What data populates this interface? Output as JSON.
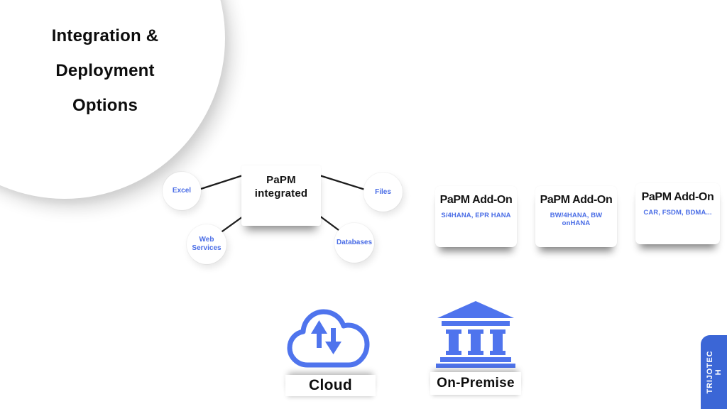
{
  "header": {
    "title_lines": [
      "Integration &",
      "Deployment",
      "Options"
    ]
  },
  "integration_diagram": {
    "center_label": "PaPM integrated",
    "nodes": [
      {
        "label": "Excel"
      },
      {
        "label": "Files"
      },
      {
        "label": "Web Services"
      },
      {
        "label": "Databases"
      }
    ]
  },
  "addon_cards": [
    {
      "title": "PaPM Add-On",
      "subtitle": "S/4HANA, EPR HANA"
    },
    {
      "title": "PaPM Add-On",
      "subtitle": "BW/4HANA, BW onHANA"
    },
    {
      "title": "PaPM Add-On",
      "subtitle": "CAR, FSDM, BDMA..."
    }
  ],
  "deployment": {
    "cloud_label": "Cloud",
    "onpremise_label": "On-Premise"
  },
  "brand": {
    "name_lines": [
      "TRIJOTEC",
      "H"
    ]
  },
  "colors": {
    "accent_blue": "#4a6de6",
    "icon_blue": "#4f74ed",
    "tab_blue": "#3b66d6",
    "line_dark": "#1c1c1c"
  }
}
